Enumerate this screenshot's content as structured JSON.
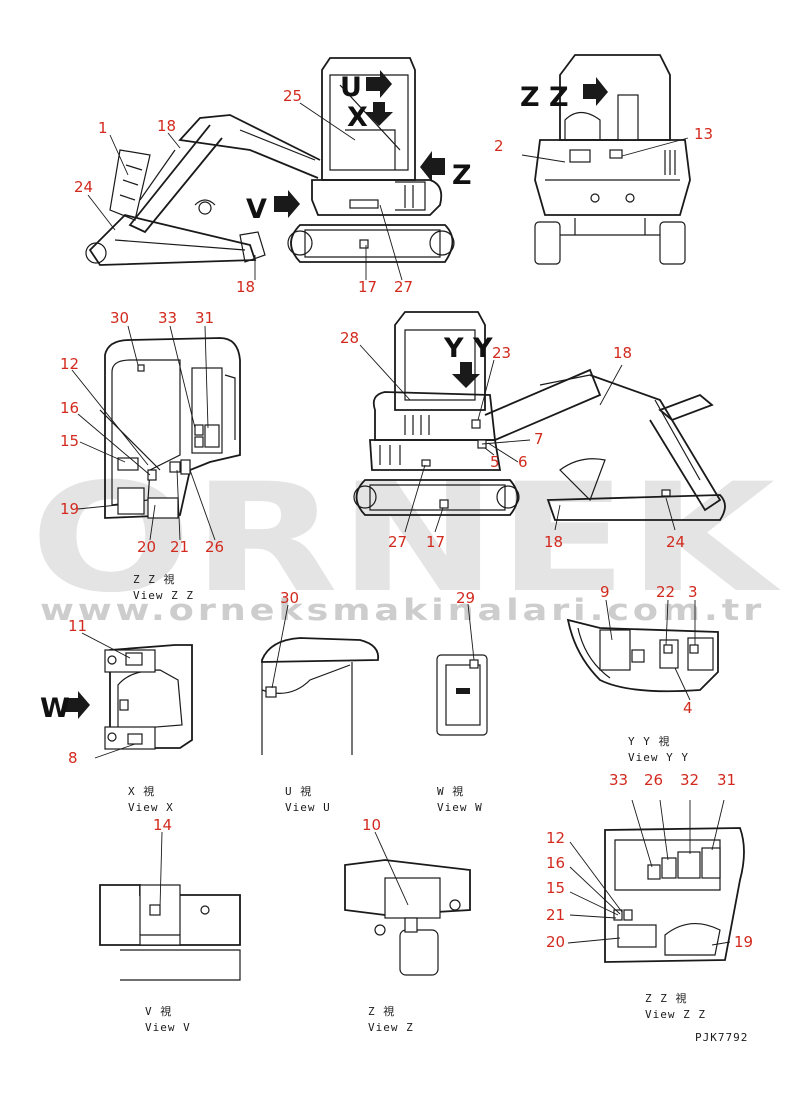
{
  "watermark": {
    "brand": "ORNEK",
    "url": "www.orneksmakinalari.com.tr"
  },
  "drawing_code": "PJK7792",
  "view_letters": {
    "u": "U",
    "x": "X",
    "z": "Z",
    "v": "V",
    "zz": "Z Z",
    "yy": "Y Y",
    "w": "W"
  },
  "captions": {
    "view_zz_1": {
      "kanji": "Z Z    視",
      "text": "View Z Z"
    },
    "view_x": {
      "kanji": "X    視",
      "text": "View X"
    },
    "view_u": {
      "kanji": "U    視",
      "text": "View U"
    },
    "view_w": {
      "kanji": "W    視",
      "text": "View W"
    },
    "view_yy": {
      "kanji": "Y Y    視",
      "text": "View Y Y"
    },
    "view_v": {
      "kanji": "V    視",
      "text": "View V"
    },
    "view_z": {
      "kanji": "Z    視",
      "text": "View Z"
    },
    "view_zz_2": {
      "kanji": "Z Z    視",
      "text": "View Z Z"
    }
  },
  "callouts": {
    "c1": "1",
    "c18a": "18",
    "c24a": "24",
    "c25": "25",
    "c18b": "18",
    "c17a": "17",
    "c27a": "27",
    "c2": "2",
    "c13": "13",
    "c30a": "30",
    "c33a": "33",
    "c31a": "31",
    "c12a": "12",
    "c16a": "16",
    "c15a": "15",
    "c19a": "19",
    "c20a": "20",
    "c21a": "21",
    "c26a": "26",
    "c28": "28",
    "c23": "23",
    "c18c": "18",
    "c7": "7",
    "c5": "5",
    "c6": "6",
    "c27b": "27",
    "c17b": "17",
    "c18d": "18",
    "c24b": "24",
    "c11": "11",
    "c8": "8",
    "c30b": "30",
    "c29": "29",
    "c9": "9",
    "c22": "22",
    "c3": "3",
    "c4": "4",
    "c14": "14",
    "c10": "10",
    "c33b": "33",
    "c26b": "26",
    "c32": "32",
    "c31b": "31",
    "c12b": "12",
    "c16b": "16",
    "c15b": "15",
    "c21b": "21",
    "c20b": "20",
    "c19b": "19"
  }
}
